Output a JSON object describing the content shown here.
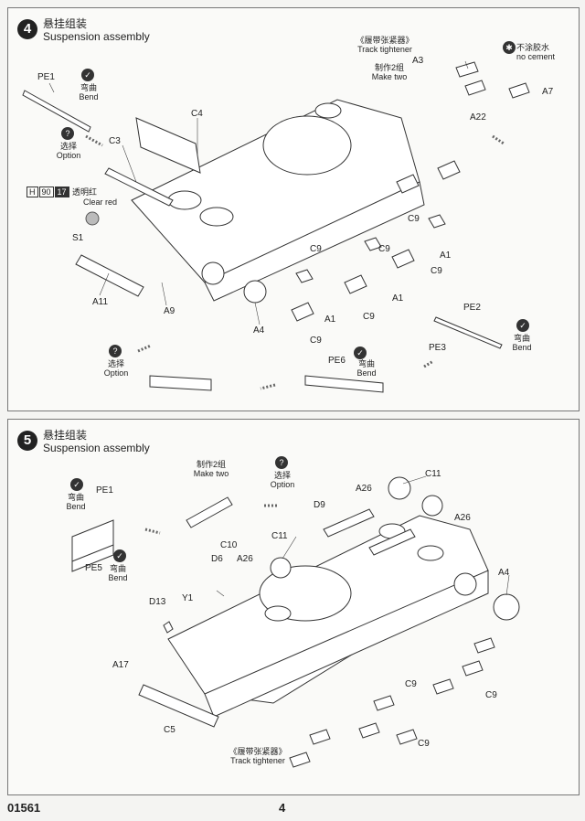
{
  "step4": {
    "number": "4",
    "title_cn": "悬挂组装",
    "title_en": "Suspension assembly",
    "parts": {
      "pe1": "PE1",
      "c4": "C4",
      "c3": "C3",
      "s1": "S1",
      "a11": "A11",
      "a9": "A9",
      "a4": "A4",
      "a1_a": "A1",
      "a1_b": "A1",
      "a1_c": "A1",
      "c9_a": "C9",
      "c9_b": "C9",
      "c9_c": "C9",
      "c9_d": "C9",
      "c9_e": "C9",
      "c9_f": "C9",
      "a3": "A3",
      "a7": "A7",
      "a22": "A22",
      "pe2": "PE2",
      "pe3": "PE3",
      "pe6": "PE6"
    },
    "bend_cn": "弯曲",
    "bend_en": "Bend",
    "option_cn": "选择",
    "option_en": "Option",
    "color_h": "H",
    "color_n1": "90",
    "color_n2": "17",
    "color_cn": "透明红",
    "color_en": "Clear red",
    "track_cn": "《履带张紧器》",
    "track_en": "Track tightener",
    "make_cn": "制作2组",
    "make_en": "Make two",
    "nocement_cn": "不涂胶水",
    "nocement_en": "no cement"
  },
  "step5": {
    "number": "5",
    "title_cn": "悬挂组装",
    "title_en": "Suspension assembly",
    "parts": {
      "pe1": "PE1",
      "pe5": "PE5",
      "c11_a": "C11",
      "c11_b": "C11",
      "a26_a": "A26",
      "a26_b": "A26",
      "a26_c": "A26",
      "d9": "D9",
      "c10": "C10",
      "d6": "D6",
      "y1": "Y1",
      "d13": "D13",
      "a17": "A17",
      "c5": "C5",
      "a4": "A4",
      "c9_a": "C9",
      "c9_b": "C9",
      "c9_c": "C9"
    },
    "bend_cn": "弯曲",
    "bend_en": "Bend",
    "option_cn": "选择",
    "option_en": "Option",
    "make_cn": "制作2组",
    "make_en": "Make two",
    "track_cn": "《履带张紧器》",
    "track_en": "Track tightener"
  },
  "footer": {
    "code": "01561",
    "page": "4"
  }
}
